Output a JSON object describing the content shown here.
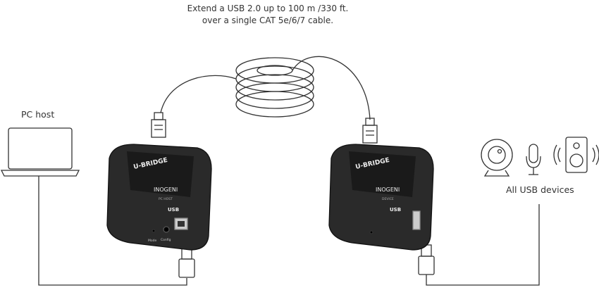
{
  "title": {
    "line1": "Extend a USB 2.0 up to 100 m /330 ft.",
    "line2": "over a single CAT 5e/6/7 cable."
  },
  "labels": {
    "pc_host": "PC host",
    "all_usb_devices": "All USB devices"
  },
  "devices": [
    {
      "brand": "U-BRIDGE",
      "maker": "INOGENI",
      "role": "PC HOST",
      "usb": "USB",
      "ports": [
        "Mode",
        "Config"
      ]
    },
    {
      "brand": "U-BRIDGE",
      "maker": "INOGENI",
      "role": "DEVICE",
      "usb": "USB"
    }
  ],
  "icons": [
    "laptop-icon",
    "webcam-icon",
    "microphone-icon",
    "speaker-icon",
    "rj45-connector-icon",
    "usb-connector-icon",
    "cable-coil-icon"
  ],
  "colors": {
    "device_body": "#2a2a2a",
    "line": "#333333",
    "accent": "#d0202a"
  }
}
